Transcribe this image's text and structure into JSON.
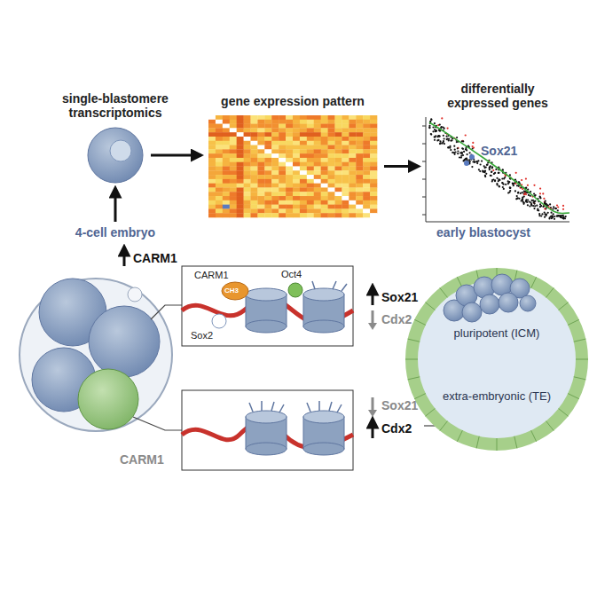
{
  "diagram": {
    "nodes": [
      {
        "text": [
          "single-blastomere transcriptomics"
        ]
      },
      {
        "text": [
          "gene expression pattern"
        ]
      },
      {
        "text": [
          "differentially expressed genes",
          "Sox21"
        ]
      },
      {
        "text": [
          "CARM1",
          "CH3",
          "Oct4",
          "Sox2"
        ]
      }
    ],
    "edges": [
      {
        "from": 0,
        "to": 1,
        "arrow": "to"
      },
      {
        "from": 1,
        "to": 2,
        "arrow": "to"
      }
    ],
    "labels": [
      "4-cell embryo",
      "early blastocyst",
      "CARM1",
      "Sox21",
      "Cdx2",
      "CARM1",
      "Sox21",
      "Cdx2",
      "pluripotent (ICM)",
      "extra-embryonic (TE)"
    ]
  }
}
